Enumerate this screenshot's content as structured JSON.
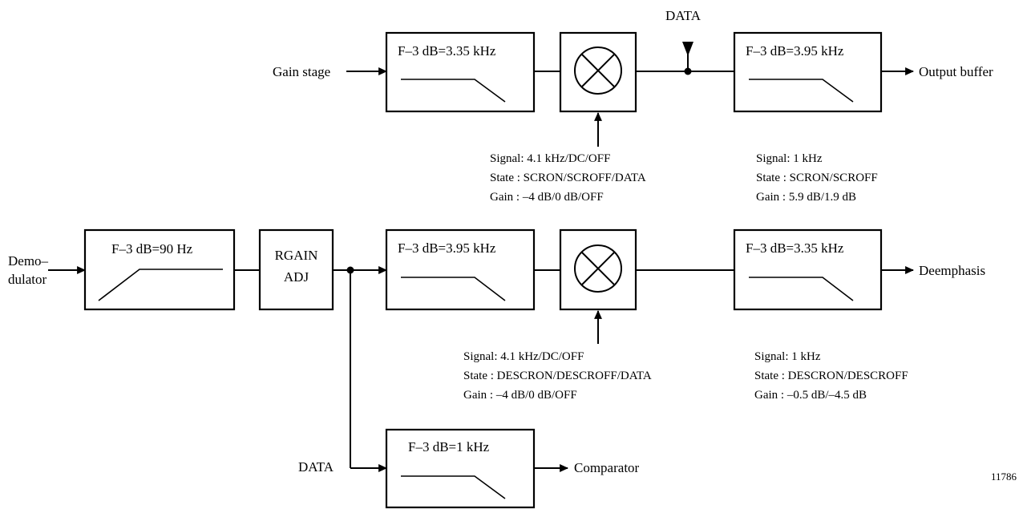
{
  "top_chain": {
    "input_label": "Gain stage",
    "filter1": "F–3 dB=3.35 kHz",
    "data_label": "DATA",
    "filter2": "F–3 dB=3.95 kHz",
    "output_label": "Output buffer",
    "mixer_note": {
      "signal": "Signal:  4.1 kHz/DC/OFF",
      "state": "State  :  SCRON/SCROFF/DATA",
      "gain": "Gain  :  –4 dB/0 dB/OFF"
    },
    "filter2_note": {
      "signal": "Signal:  1 kHz",
      "state": "State  :  SCRON/SCROFF",
      "gain": "Gain  :  5.9 dB/1.9 dB"
    }
  },
  "bottom_chain": {
    "input_label_line1": "Demo–",
    "input_label_line2": "dulator",
    "hpf": "F–3 dB=90 Hz",
    "rgain_line1": "RGAIN",
    "rgain_line2": "ADJ",
    "filter1": "F–3 dB=3.95 kHz",
    "filter2": "F–3 dB=3.35 kHz",
    "output_label": "Deemphasis",
    "mixer_note": {
      "signal": "Signal:  4.1 kHz/DC/OFF",
      "state": "State  :  DESCRON/DESCROFF/DATA",
      "gain": "Gain  :  –4 dB/0 dB/OFF"
    },
    "filter2_note": {
      "signal": "Signal:  1 kHz",
      "state": "State  :  DESCRON/DESCROFF",
      "gain": "Gain  :  –0.5 dB/–4.5 dB"
    }
  },
  "data_branch": {
    "input_label": "DATA",
    "filter": "F–3 dB=1 kHz",
    "output_label": "Comparator"
  },
  "figure_id": "11786"
}
